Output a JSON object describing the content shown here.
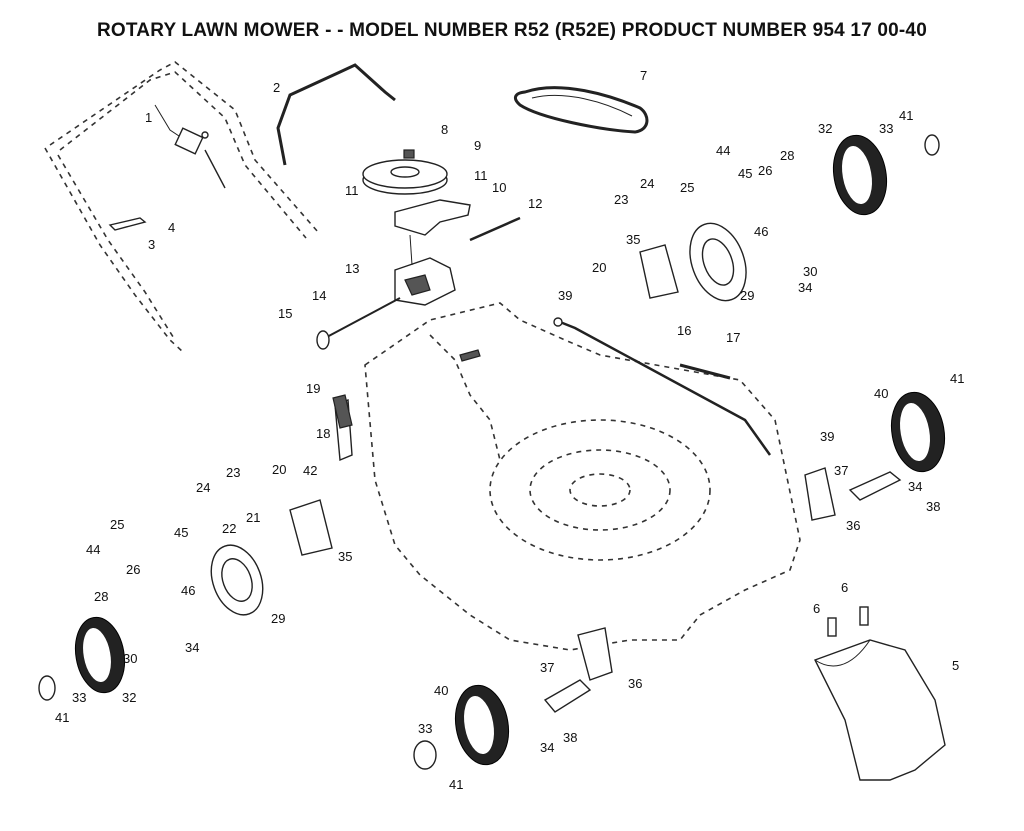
{
  "title": "ROTARY LAWN MOWER - - MODEL NUMBER R52 (R52E) PRODUCT NUMBER 954 17 00-40",
  "callouts": [
    "1",
    "2",
    "3",
    "4",
    "5",
    "6",
    "6",
    "7",
    "8",
    "9",
    "10",
    "11",
    "11",
    "12",
    "13",
    "14",
    "15",
    "16",
    "17",
    "18",
    "19",
    "20",
    "20",
    "21",
    "22",
    "23",
    "23",
    "24",
    "24",
    "25",
    "25",
    "26",
    "26",
    "28",
    "28",
    "29",
    "29",
    "30",
    "30",
    "32",
    "32",
    "33",
    "33",
    "33",
    "34",
    "34",
    "34",
    "34",
    "35",
    "35",
    "36",
    "36",
    "37",
    "37",
    "38",
    "38",
    "39",
    "39",
    "40",
    "40",
    "41",
    "41",
    "41",
    "41",
    "42",
    "44",
    "44",
    "45",
    "45",
    "46",
    "46"
  ]
}
